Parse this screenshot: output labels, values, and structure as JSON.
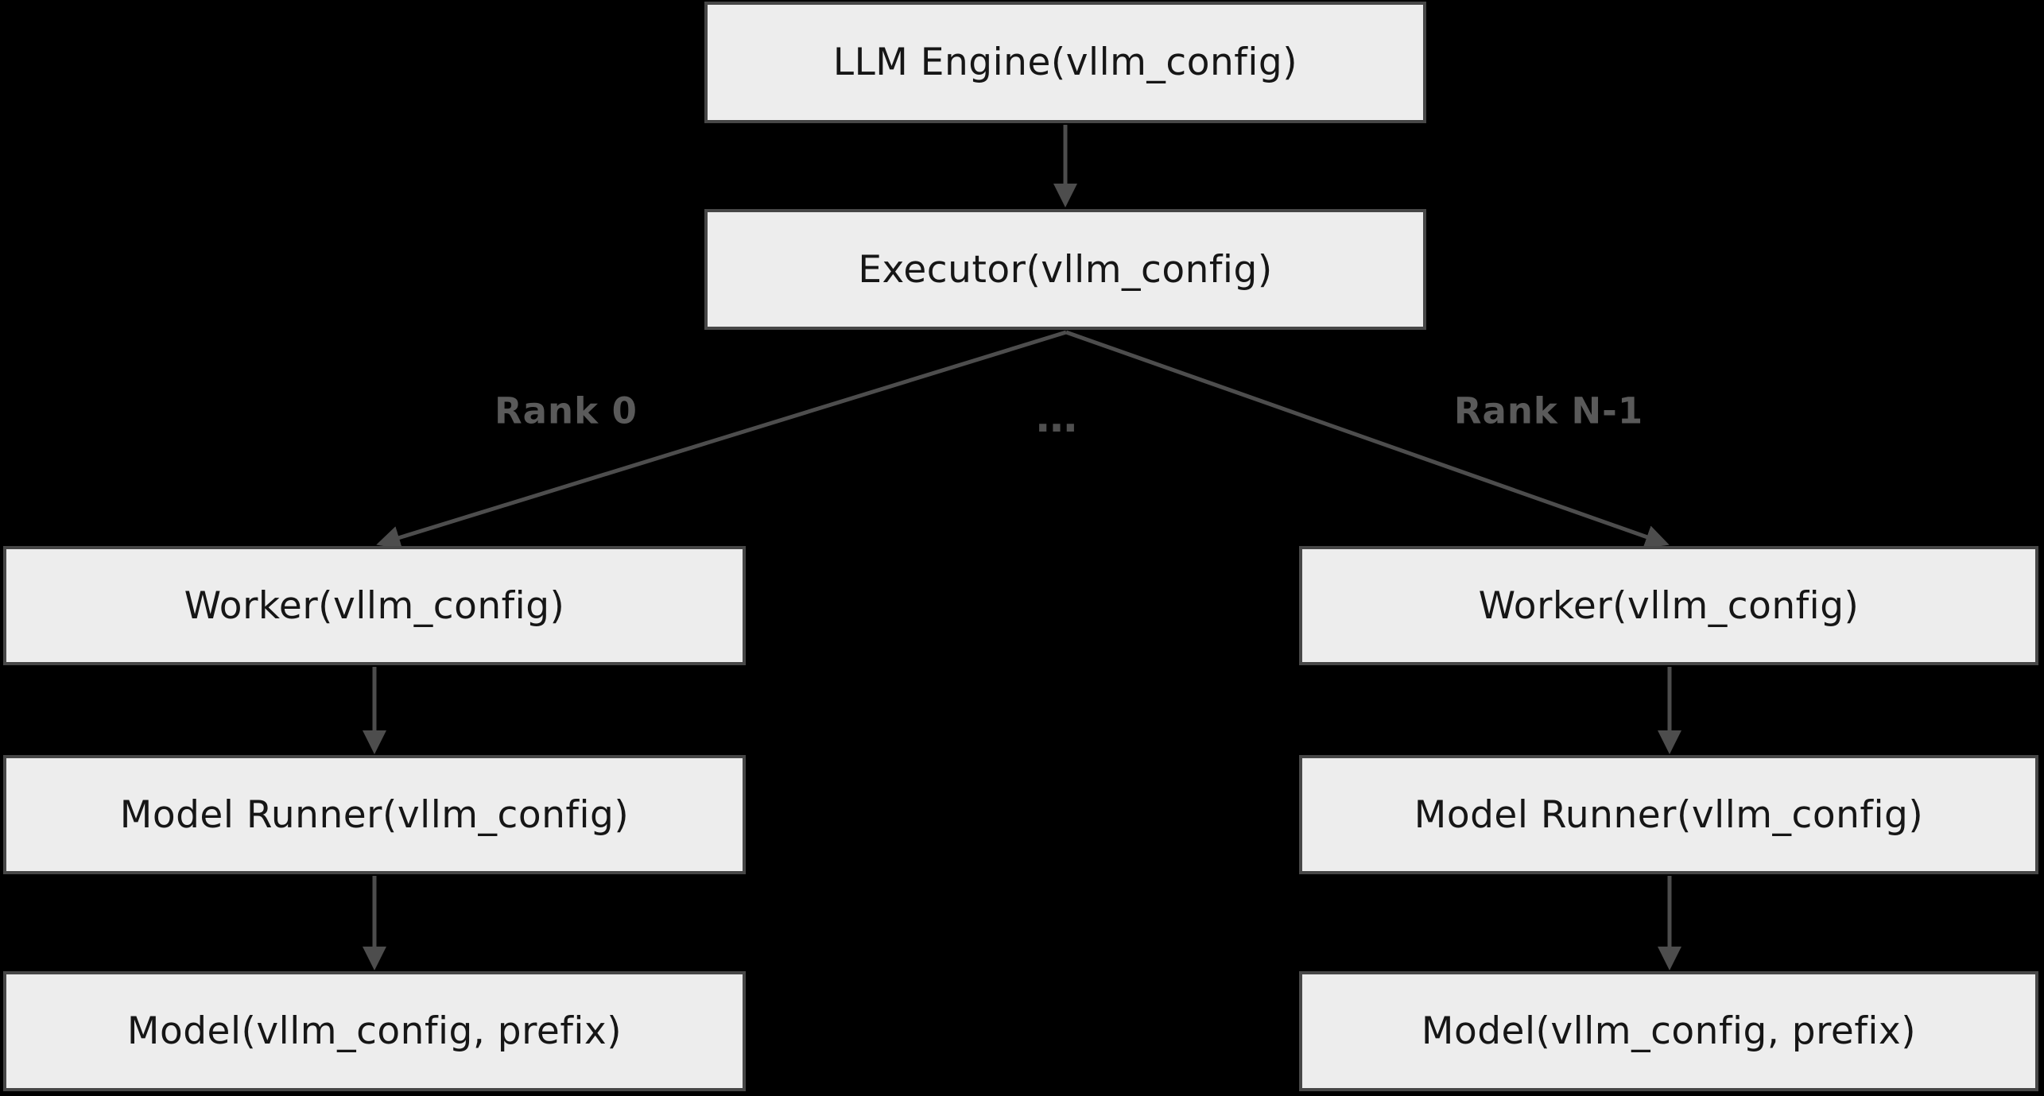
{
  "canvas": {
    "background": "#000000"
  },
  "colors": {
    "box_fill": "#ededed",
    "box_border": "#474747",
    "box_text": "#161616",
    "arrow": "#4d4d4d",
    "edge_label_text": "#5a5a5a"
  },
  "nodes": [
    {
      "id": "llm-engine",
      "label": "LLM Engine(vllm_config)"
    },
    {
      "id": "executor",
      "label": "Executor(vllm_config)"
    },
    {
      "id": "worker-rank0",
      "label": "Worker(vllm_config)"
    },
    {
      "id": "model-runner-rank0",
      "label": "Model Runner(vllm_config)"
    },
    {
      "id": "model-rank0",
      "label": "Model(vllm_config, prefix)"
    },
    {
      "id": "worker-rankn",
      "label": "Worker(vllm_config)"
    },
    {
      "id": "model-runner-rankn",
      "label": "Model Runner(vllm_config)"
    },
    {
      "id": "model-rankn",
      "label": "Model(vllm_config, prefix)"
    }
  ],
  "edge_labels": {
    "rank0": "Rank 0",
    "ellipsis": "…",
    "rankn": "Rank N-1"
  }
}
